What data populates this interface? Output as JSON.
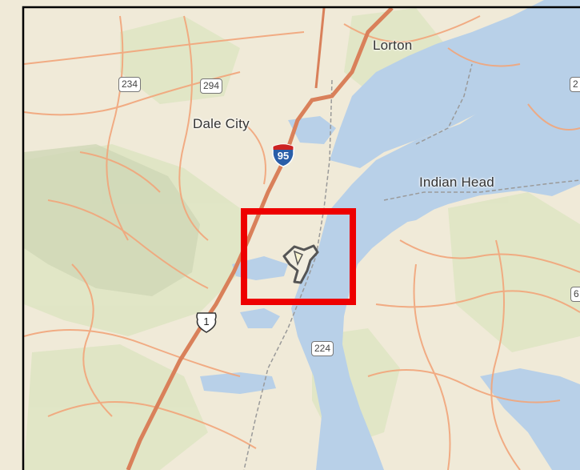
{
  "map": {
    "colors": {
      "land": "#f0ead8",
      "land_green": "#dfe5c4",
      "park": "#cdd6b4",
      "water": "#b8d0e8",
      "road": "#f2a57a",
      "highway": "#d9805a",
      "frame": "#000000",
      "highlight": "#ee0000"
    },
    "places": [
      {
        "id": "lorton",
        "label": "Lorton"
      },
      {
        "id": "dale-city",
        "label": "Dale City"
      },
      {
        "id": "indian-head",
        "label": "Indian Head"
      }
    ],
    "route_shields": [
      {
        "id": "234",
        "label": "234"
      },
      {
        "id": "294",
        "label": "294"
      },
      {
        "id": "224",
        "label": "224"
      },
      {
        "id": "edge-2",
        "label": "2"
      },
      {
        "id": "edge-6",
        "label": "6"
      }
    ],
    "interstate_shield": {
      "label": "95"
    },
    "us_route_shield": {
      "label": "1"
    },
    "highlight_box": {
      "icon": "red-square-outline-icon"
    },
    "site_marker": {
      "icon": "outlined-area-marker-icon"
    }
  }
}
